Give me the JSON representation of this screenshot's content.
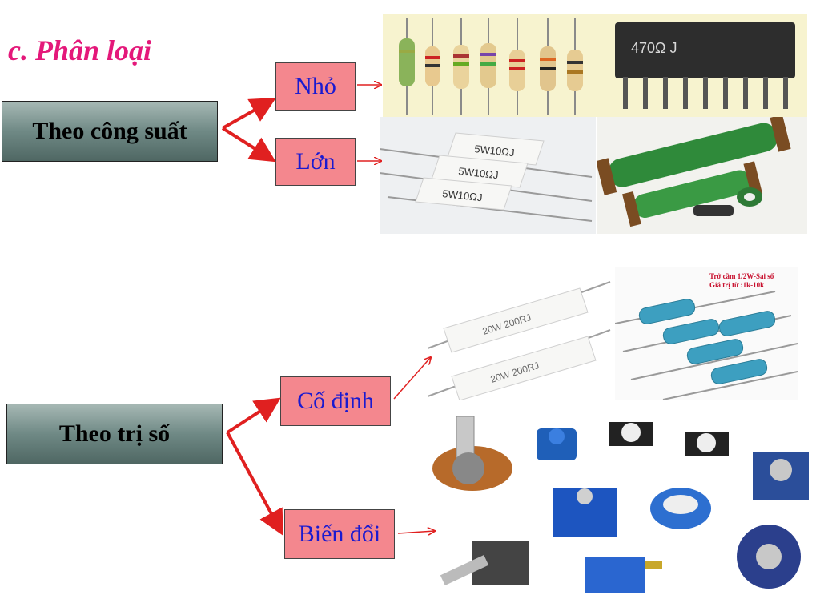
{
  "slide": {
    "title": "c. Phân loại",
    "groups": [
      {
        "label": "Theo công suất",
        "items": [
          {
            "label": "Nhỏ"
          },
          {
            "label": "Lớn"
          }
        ]
      },
      {
        "label": "Theo trị số",
        "items": [
          {
            "label": "Cố định"
          },
          {
            "label": "Biến đổi"
          }
        ]
      }
    ]
  },
  "photos": {
    "small_axial_value": "470Ω J",
    "cement_label": "5W10ΩJ",
    "cement_20w_label": "20W 200RJ",
    "metal_film_caption_1": "Trở cầm 1/2W-Sai số",
    "metal_film_caption_2": "Giá trị từ :1k-10k"
  },
  "colors": {
    "title": "#e4187a",
    "category_box": "#6f8985",
    "sub_box": "#f4878e",
    "sub_text": "#1a1ad0",
    "arrow_main": "#e02020"
  }
}
